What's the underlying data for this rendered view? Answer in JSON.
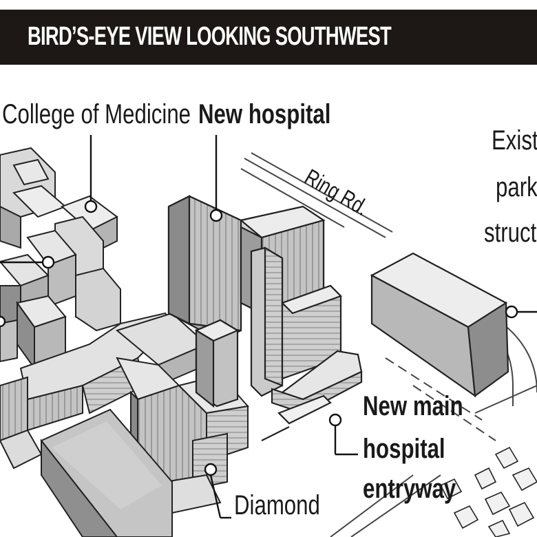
{
  "header": {
    "title": "BIRD’S-EYE  VIEW LOOKING SOUTHWEST"
  },
  "labels": {
    "college": "College of Medicine",
    "new_hospital": "New hospital",
    "ring_road": "Ring Rd.",
    "existing_parking": [
      "Existi",
      "parki",
      "struct"
    ],
    "new_main_entry": [
      "New main",
      "hospital",
      "entryway"
    ],
    "diamond": "Diamond"
  },
  "colors": {
    "header_bg": "#1d1815",
    "header_text": "#ffffff",
    "building_light": "#e3e3e3",
    "building_mid": "#c9c9c9",
    "building_dark": "#9a9a9a",
    "outline": "#222222"
  }
}
